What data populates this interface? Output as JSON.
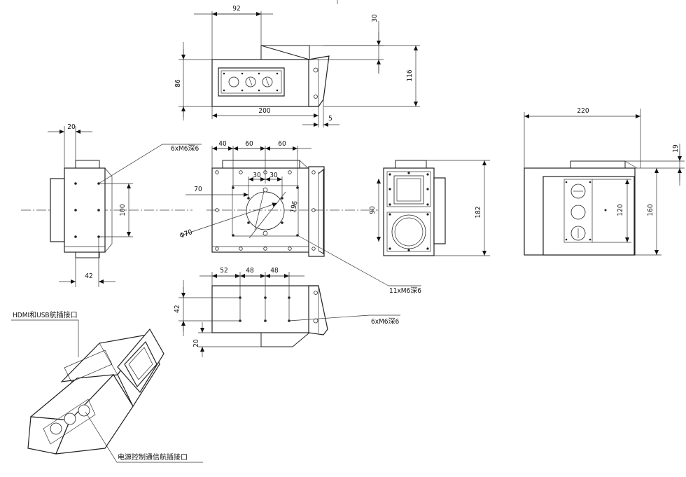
{
  "dims": {
    "d92": "92",
    "d30a": "30",
    "d86": "86",
    "d116": "116",
    "d200": "200",
    "d5": "5",
    "d220": "220",
    "d19": "19",
    "d20a": "20",
    "d40": "40",
    "d60a": "60",
    "d60b": "60",
    "d30b": "30",
    "d30c": "30",
    "d70": "70",
    "d100": "100",
    "d42a": "42",
    "d90": "90",
    "d182": "182",
    "d120": "120",
    "d160": "160",
    "d52": "52",
    "d48a": "48",
    "d48b": "48",
    "d42b": "42",
    "d20b": "20",
    "phi70": "Φ70",
    "d196": "196"
  },
  "notes": {
    "holes_a": "6xM6深6",
    "holes_b": "11xM6深6",
    "holes_c": "6xM6深6",
    "hdmi_usb": "HDMI和USB航插接口",
    "power_comm": "电源控制通信航插接口"
  }
}
